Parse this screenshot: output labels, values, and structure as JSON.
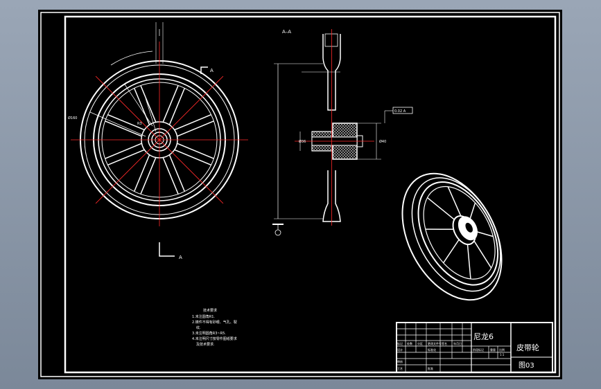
{
  "drawing": {
    "section_label": "A–A",
    "view_arrow_label": "A",
    "tech_notes": {
      "title": "技术要求",
      "items": [
        "1.未注圆角R1.",
        "2.铸件不得有砂眼、气孔、裂",
        "纹.",
        "3.未注明圆角R3~R5.",
        "4.未注明尺寸按零件图纸要求",
        "及技术要求."
      ]
    },
    "title_block": {
      "material": "尼龙6",
      "part_name": "皮带轮",
      "drawing_no": "图03",
      "cell_labels": [
        "标记",
        "处数",
        "分区",
        "更改文件号",
        "签名",
        "年月日",
        "设计",
        "标准化",
        "阶段标记",
        "重量",
        "比例",
        "审核",
        "工艺",
        "批准"
      ],
      "scale": "1:1"
    },
    "dimensions": {
      "dim_a": "Ø160",
      "dim_b": "Ø40",
      "dim_c": "Ø36",
      "dim_d": "R3",
      "tolerance": "0.02 A"
    },
    "colors": {
      "background": "#000000",
      "line": "#ffffff",
      "center_line": "#ff2a2a",
      "hatch": "#bfbfbf"
    }
  }
}
